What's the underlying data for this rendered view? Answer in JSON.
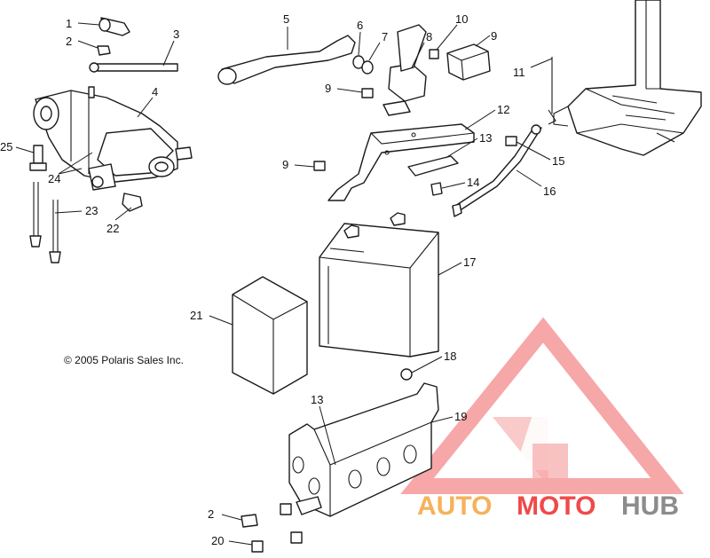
{
  "copyright": "© 2005 Polaris Sales Inc.",
  "callouts": [
    {
      "id": "c1",
      "label": "1"
    },
    {
      "id": "c2a",
      "label": "2"
    },
    {
      "id": "c3",
      "label": "3"
    },
    {
      "id": "c4",
      "label": "4"
    },
    {
      "id": "c5",
      "label": "5"
    },
    {
      "id": "c6",
      "label": "6"
    },
    {
      "id": "c7",
      "label": "7"
    },
    {
      "id": "c8",
      "label": "8"
    },
    {
      "id": "c9a",
      "label": "9"
    },
    {
      "id": "c10",
      "label": "10"
    },
    {
      "id": "c9b",
      "label": "9"
    },
    {
      "id": "c11",
      "label": "11"
    },
    {
      "id": "c12",
      "label": "12"
    },
    {
      "id": "c13a",
      "label": "13"
    },
    {
      "id": "c9c",
      "label": "9"
    },
    {
      "id": "c15",
      "label": "15"
    },
    {
      "id": "c14",
      "label": "14"
    },
    {
      "id": "c16",
      "label": "16"
    },
    {
      "id": "c25",
      "label": "25"
    },
    {
      "id": "c24",
      "label": "24"
    },
    {
      "id": "c23",
      "label": "23"
    },
    {
      "id": "c22",
      "label": "22"
    },
    {
      "id": "c17",
      "label": "17"
    },
    {
      "id": "c21",
      "label": "21"
    },
    {
      "id": "c18",
      "label": "18"
    },
    {
      "id": "c13b",
      "label": "13"
    },
    {
      "id": "c19",
      "label": "19"
    },
    {
      "id": "c2b",
      "label": "2"
    },
    {
      "id": "c20",
      "label": "20"
    }
  ],
  "watermark": {
    "part1": "AUTO",
    "part2": "MOTO",
    "part3": "HUB",
    "color_orange": "#f5b25a",
    "color_red": "#ef4a4a",
    "color_gray": "#8c8c8c",
    "logo_color": "#f48a8a"
  }
}
